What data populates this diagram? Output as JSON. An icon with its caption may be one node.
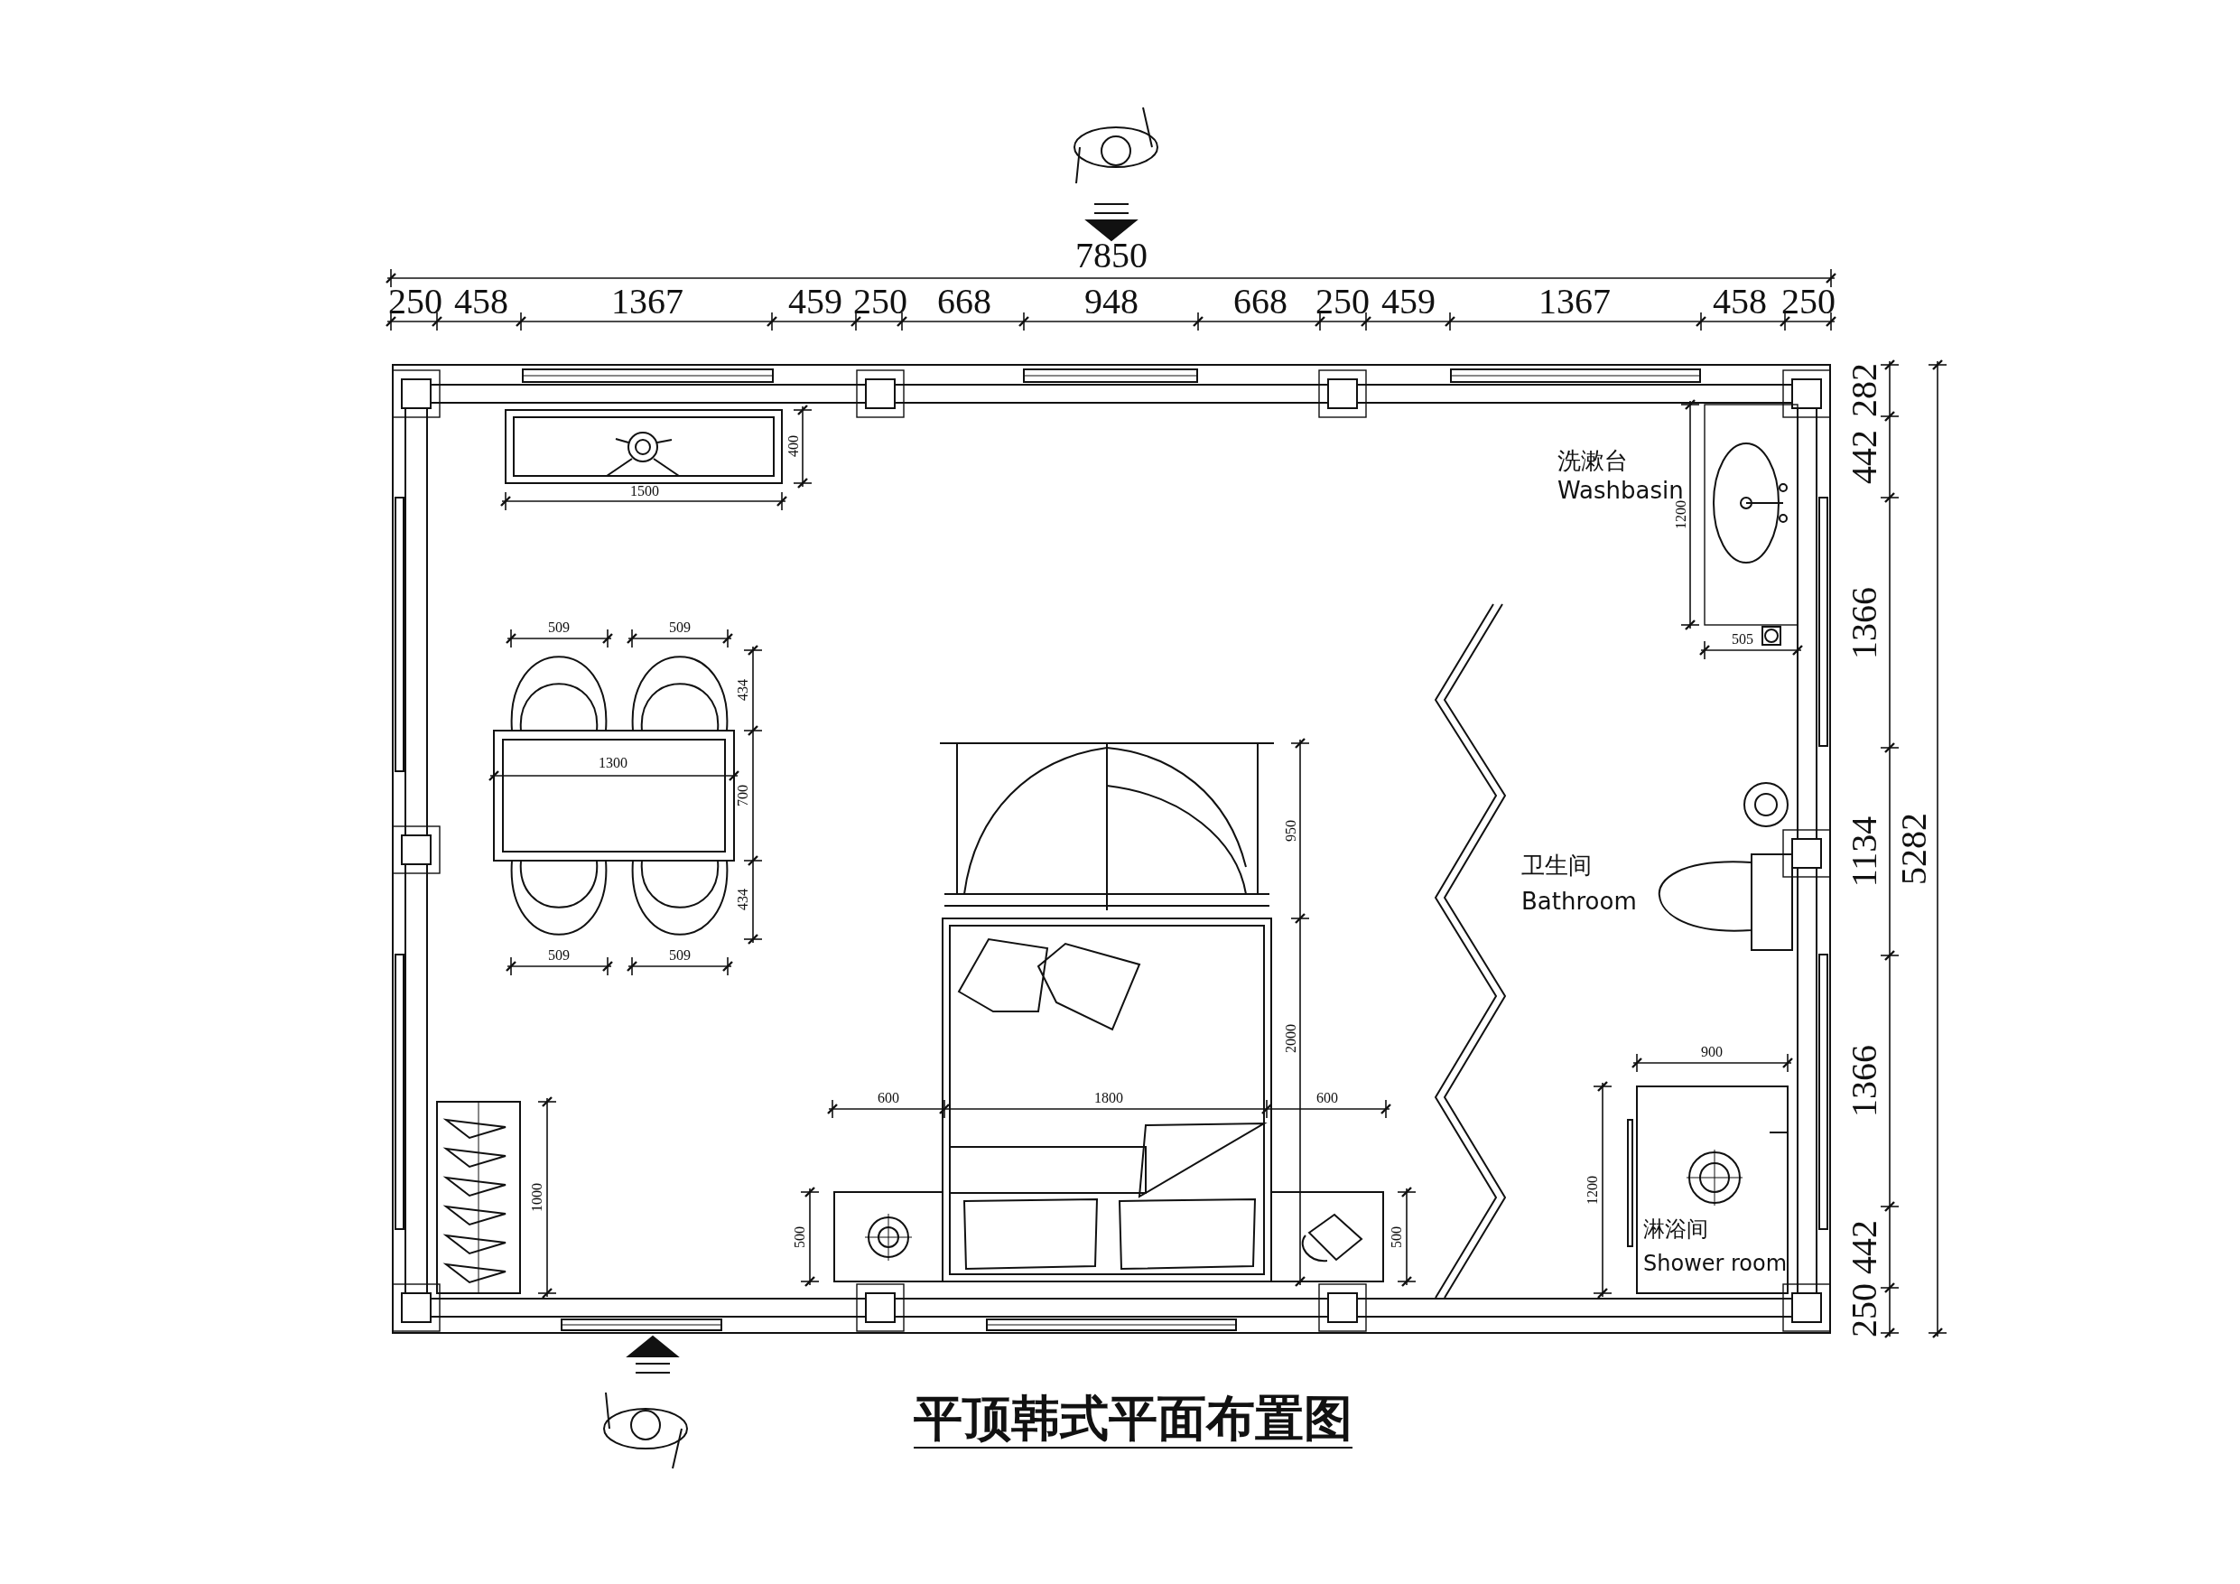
{
  "diagram": {
    "title": "平顶韩式平面布置图",
    "labels": [
      "7850",
      "250",
      "458",
      "1367",
      "459",
      "250",
      "668",
      "948",
      "668",
      "250",
      "459",
      "1367",
      "458",
      "250",
      "洗漱台",
      "Washbasin",
      "400",
      "1500",
      "282",
      "442",
      "1366",
      "1134",
      "1366",
      "442",
      "250",
      "5282",
      "1200",
      "505",
      "509",
      "509",
      "434",
      "1300",
      "700",
      "434",
      "509",
      "509",
      "950",
      "卫生间",
      "Bathroom",
      "900",
      "600",
      "1800",
      "2000",
      "600",
      "1000",
      "1200",
      "淋浴间",
      "Shower room",
      "500",
      "500"
    ]
  }
}
